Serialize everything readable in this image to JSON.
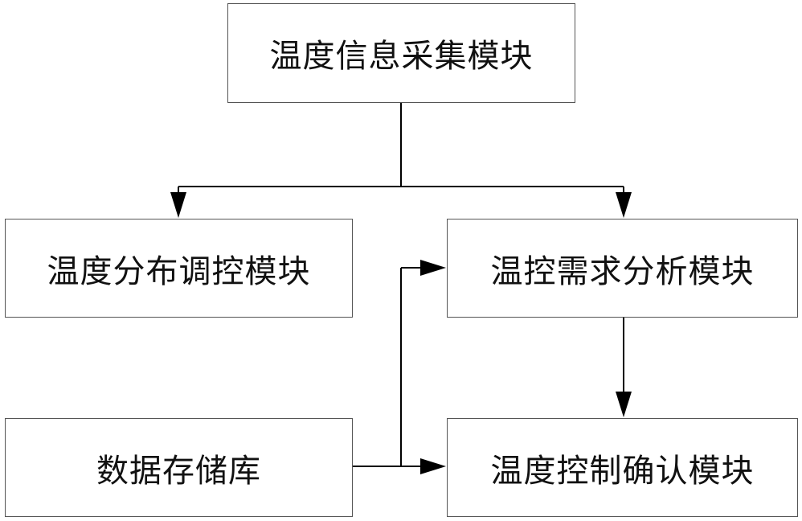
{
  "diagram": {
    "nodes": {
      "collect": "温度信息采集模块",
      "distribution": "温度分布调控模块",
      "analysis": "温控需求分析模块",
      "database": "数据存储库",
      "confirm": "温度控制确认模块"
    },
    "edges": [
      {
        "from": "collect",
        "to": "distribution"
      },
      {
        "from": "collect",
        "to": "analysis"
      },
      {
        "from": "database",
        "to": "analysis"
      },
      {
        "from": "database",
        "to": "confirm"
      },
      {
        "from": "analysis",
        "to": "confirm"
      }
    ],
    "colors": {
      "line": "#000000",
      "border": "#555555",
      "text": "#111111"
    }
  }
}
